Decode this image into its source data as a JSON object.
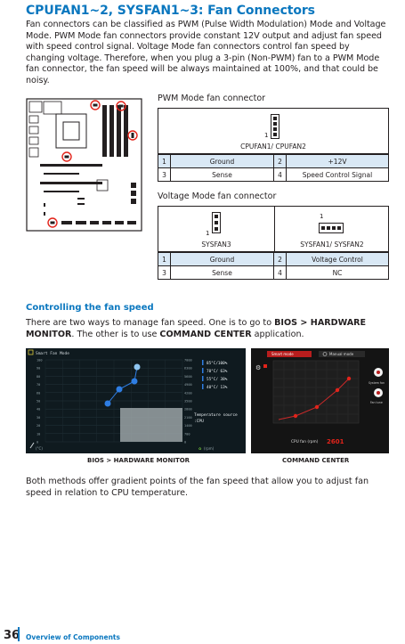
{
  "heading": "CPUFAN1~2, SYSFAN1~3: Fan Connectors",
  "intro": "Fan connectors can be classified as PWM (Pulse Width Modulation) Mode and Voltage Mode. PWM Mode fan connectors provide constant 12V output and adjust fan speed with speed control signal. Voltage Mode fan connectors control fan speed by changing voltage. Therefore, when you plug a 3-pin (Non-PWM) fan to a PWM Mode fan connector, the fan speed will be always maintained at 100%, and that could be noisy.",
  "pwm": {
    "label": "PWM Mode fan connector",
    "pin_marker": "1",
    "connector_name": "CPUFAN1/ CPUFAN2",
    "rows": [
      {
        "n1": "1",
        "p1": "Ground",
        "n2": "2",
        "p2": "+12V"
      },
      {
        "n1": "3",
        "p1": "Sense",
        "n2": "4",
        "p2": "Speed Control Signal"
      }
    ]
  },
  "voltage": {
    "label": "Voltage Mode fan connector",
    "left_pin_marker": "1",
    "left_name": "SYSFAN3",
    "right_pin_marker": "1",
    "right_name": "SYSFAN1/ SYSFAN2",
    "rows": [
      {
        "n1": "1",
        "p1": "Ground",
        "n2": "2",
        "p2": "Voltage Control"
      },
      {
        "n1": "3",
        "p1": "Sense",
        "n2": "4",
        "p2": "NC"
      }
    ]
  },
  "controlling": {
    "heading": "Controlling the fan speed",
    "text_a": "There are two ways to manage fan speed. One is to go to ",
    "bold_a": "BIOS >  HARDWARE MONITOR",
    "text_b": ". The other is to use ",
    "bold_b": "COMMAND CENTER",
    "text_c": " application."
  },
  "bios_shot": {
    "title": "Smart Fan Mode",
    "y_labels": [
      "100",
      "90",
      "80",
      "70",
      "60",
      "50",
      "40",
      "30",
      "20",
      "10",
      "0"
    ],
    "rpm_labels": [
      "7000",
      "6300",
      "5600",
      "4900",
      "4200",
      "3500",
      "2800",
      "2100",
      "1400",
      "700",
      "0"
    ],
    "legend": [
      "85°C/100%",
      "70°C/ 63%",
      "55°C/ 38%",
      "40°C/ 13%"
    ],
    "temp_source_label": "Temperature source",
    "temp_source_value": ":CPU",
    "bottom_left": "(°C)",
    "bottom_right": "(rpm)"
  },
  "cc_shot": {
    "smart_mode": "Smart mode",
    "manual_mode": "Manual mode",
    "system_fan": "System fan",
    "fan_tune": "Fan tune",
    "cpu_fan_label": "CPU fan (rpm)",
    "cpu_fan_value": "2601"
  },
  "captions": {
    "left": "BIOS > HARDWARE MONITOR",
    "right": "COMMAND CENTER"
  },
  "closing": "Both methods offer gradient points of the fan speed that allow you to adjust fan speed in relation to CPU temperature.",
  "footer": {
    "page": "36",
    "section": "Overview of Components"
  },
  "colors": {
    "accent": "#0a77bf",
    "table_shade": "#d9e8f5",
    "highlight_red": "#e2231a"
  }
}
